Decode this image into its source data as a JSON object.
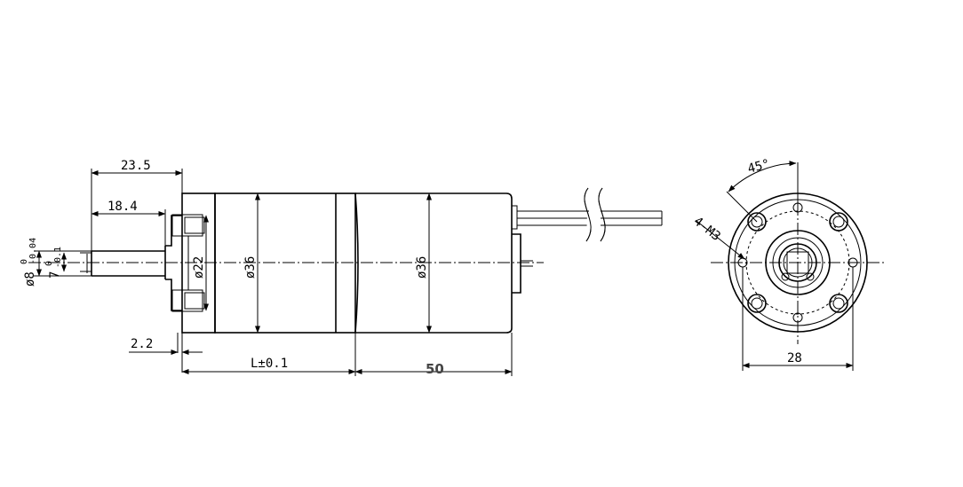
{
  "side_view": {
    "dim_shaft_length_outer": "23.5",
    "dim_shaft_length_inner": "18.4",
    "dim_shaft_diameter": "ø8",
    "dim_shaft_diameter_tol_upper": "0",
    "dim_shaft_diameter_tol_lower": "-0.04",
    "dim_flat": "7",
    "dim_flat_tol_upper": "0",
    "dim_flat_tol_lower": "-0.1",
    "dim_boss_diameter": "ø22",
    "dim_gearbox_diameter": "ø36",
    "dim_motor_diameter": "ø36",
    "dim_flange_thickness": "2.2",
    "dim_gearbox_length": "L±0.1",
    "dim_motor_length": "50"
  },
  "end_view": {
    "dim_angle": "45°",
    "dim_holes": "4-M3",
    "dim_pcd": "28"
  }
}
